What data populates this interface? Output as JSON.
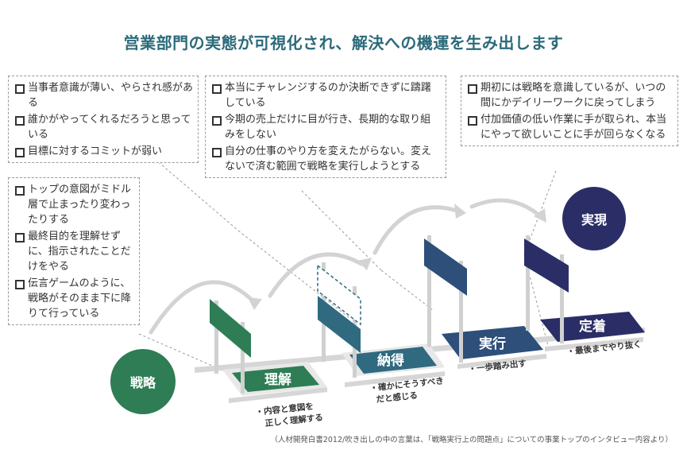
{
  "title": "営業部門の実態が可視化され、解決への機運を生み出します",
  "callouts": [
    {
      "items": [
        "当事者意識が薄い、やらされ感がある",
        "誰かがやってくれるだろうと思っている",
        "目標に対するコミットが弱い"
      ]
    },
    {
      "items": [
        "本当にチャレンジするのか決断できずに躊躇している",
        "今期の売上だけに目が行き、長期的な取り組みをしない",
        "自分の仕事のやり方を変えたがらない。変えないで済む範囲で戦略を実行しようとする"
      ]
    },
    {
      "items": [
        "期初には戦略を意識しているが、いつの間にかデイリーワークに戻ってしまう",
        "付加価値の低い作業に手が取られ、本当にやって欲しいことに手が回らなくなる"
      ]
    },
    {
      "items": [
        "トップの意図がミドル層で止まったり変わったりする",
        "最終目的を理解せずに、指示されたことだけをやる",
        "伝言ゲームのように、戦略がそのまま下に降りて行っている"
      ]
    }
  ],
  "start_label": "戦略",
  "goal_label": "実現",
  "stages": [
    {
      "label": "理解",
      "note": [
        "・内容と意図を",
        "正しく理解する"
      ]
    },
    {
      "label": "納得",
      "note": [
        "・確かにそうすべき",
        "だと感じる"
      ]
    },
    {
      "label": "実行",
      "note": [
        "・一歩踏み出す"
      ]
    },
    {
      "label": "定着",
      "note": [
        "・最後までやり抜く"
      ]
    }
  ],
  "footer": "（人材開発白書2012/吹き出しの中の言葉は、「戦略実行上の問題点」についての事業トップのインタビュー内容より）",
  "colors": {
    "title": "#2b6a7a",
    "strategy": "#2e7d55",
    "stage1": "#2e7d55",
    "stage2": "#2f6a80",
    "stage3": "#2d4f7a",
    "stage4": "#2b2e66",
    "goal": "#2b2e66"
  }
}
